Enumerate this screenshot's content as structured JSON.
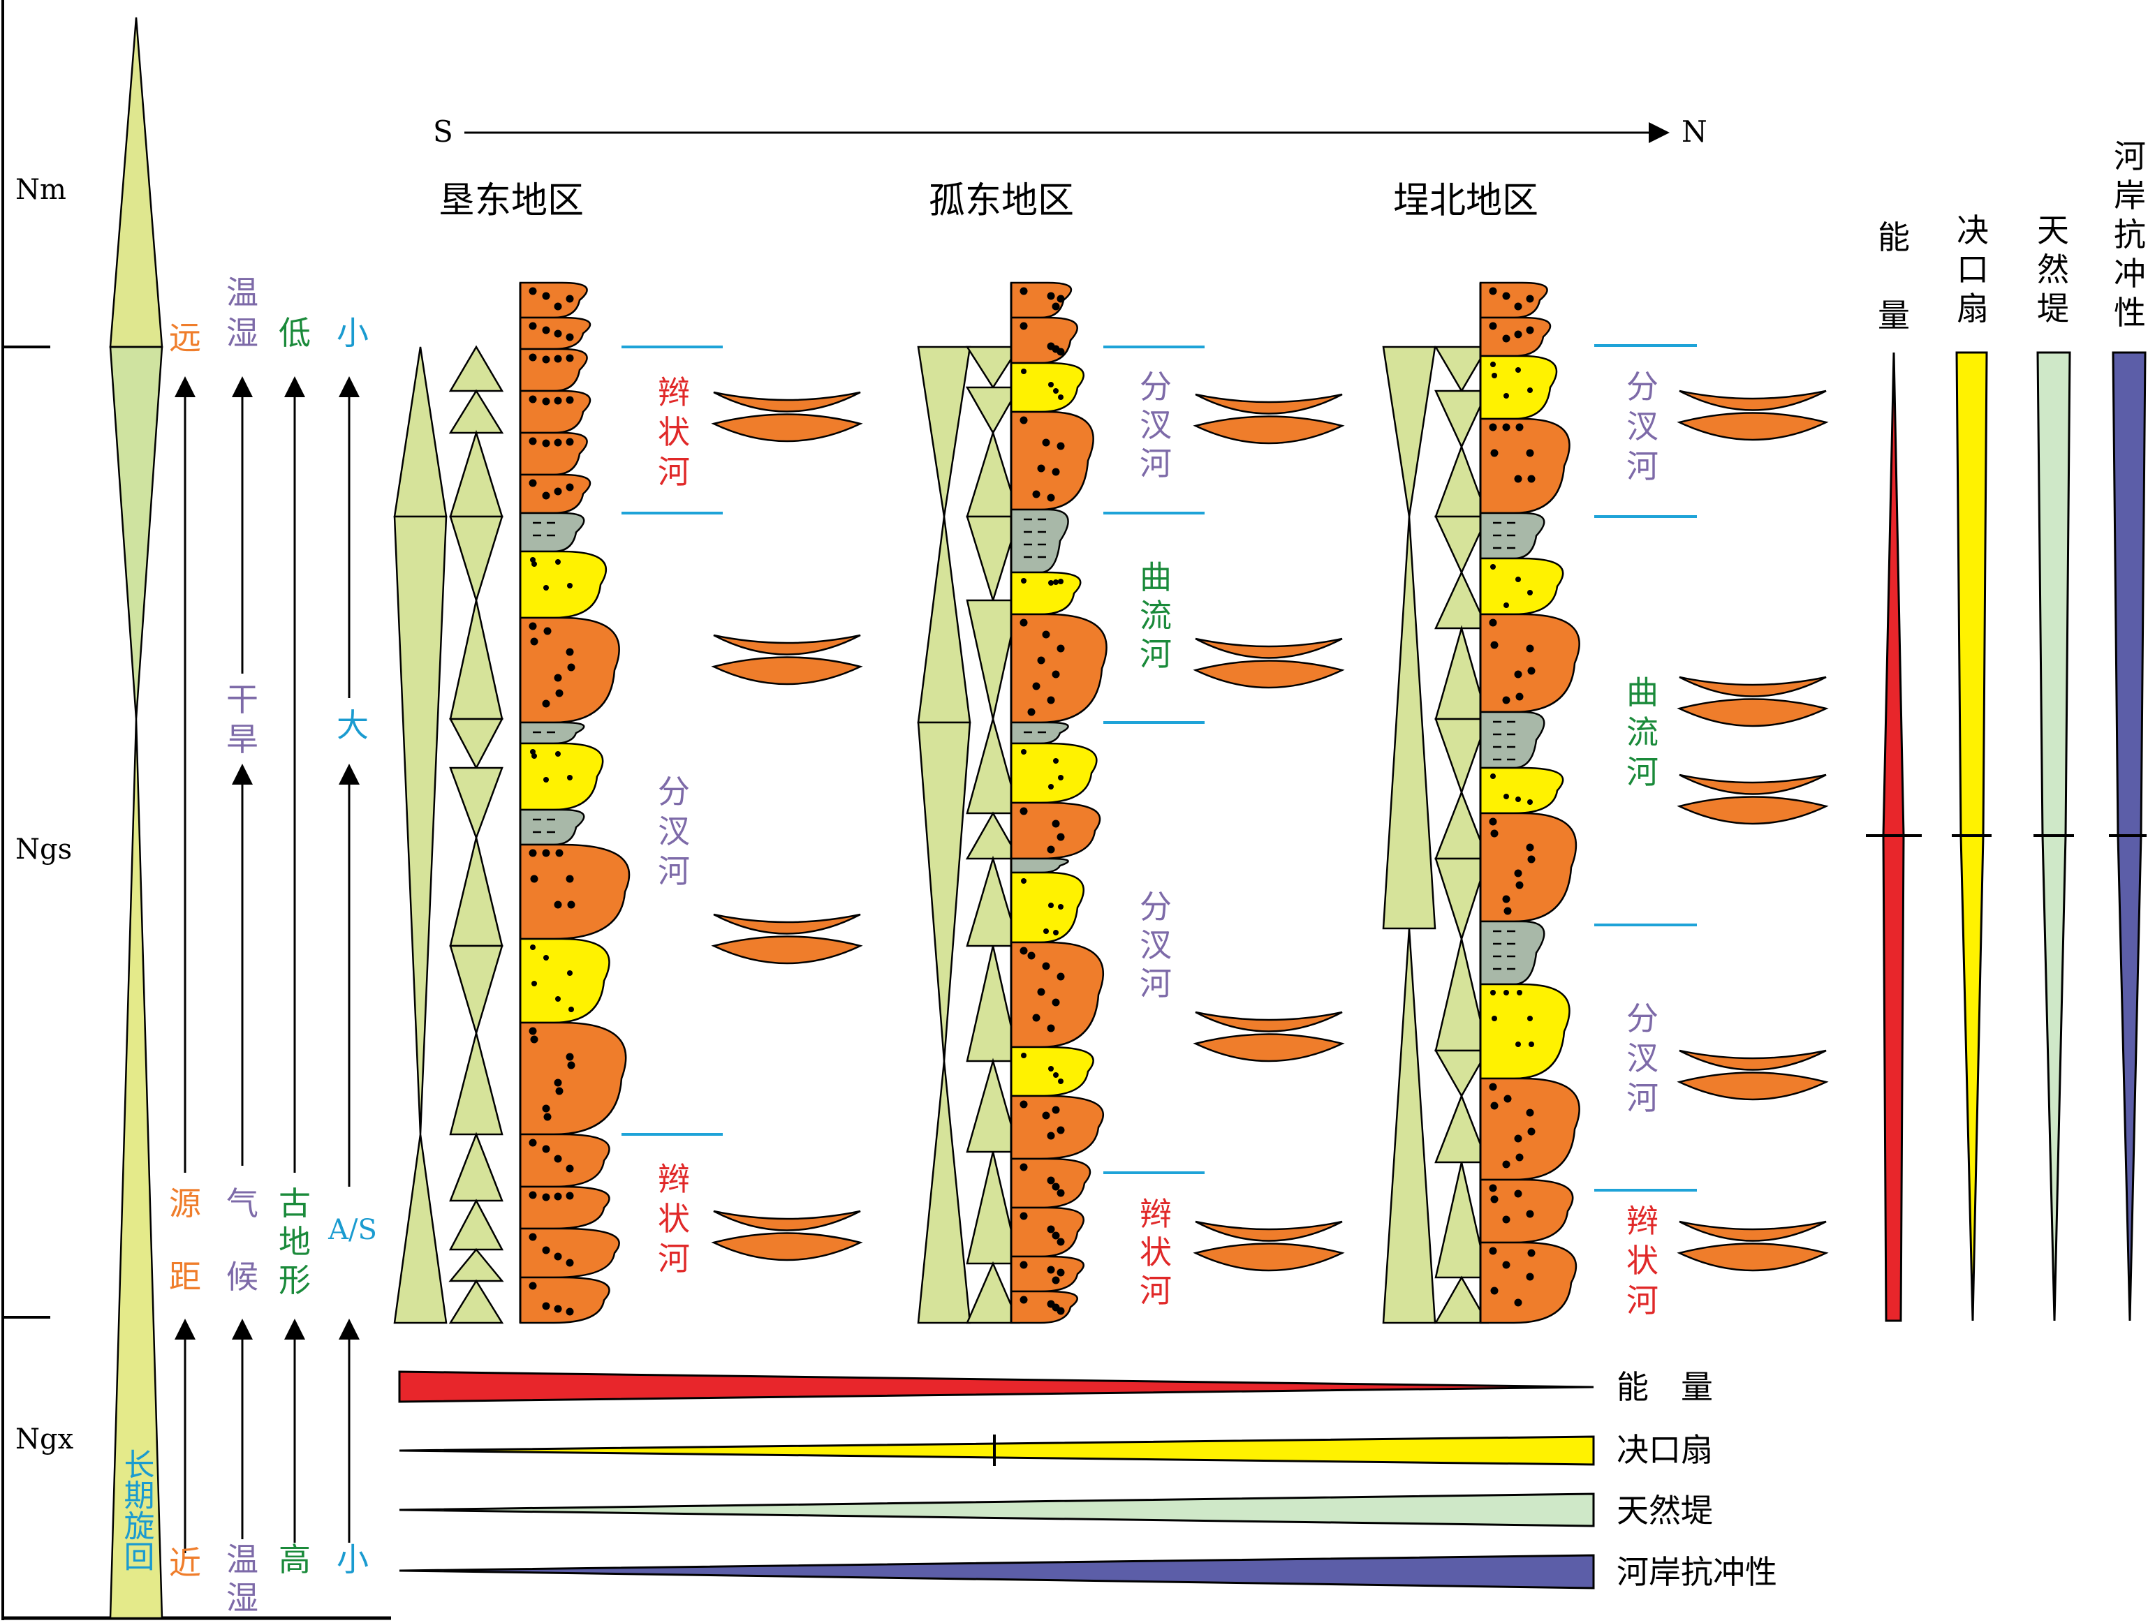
{
  "colors": {
    "orange": "#ef7d2b",
    "yellow": "#fff200",
    "green_tri": "#d6e39a",
    "gray_mud": "#a8b8a8",
    "red": "#e8262b",
    "pale_green": "#cfe8c8",
    "blue_violet": "#5c5ea8",
    "cyan_line": "#1ea3d8",
    "label_orange": "#ef7d2b",
    "label_purple": "#7d6aa8",
    "label_green": "#1a8a3a",
    "label_cyan": "#1a9bd0",
    "label_red": "#e02828"
  },
  "stages": {
    "nm": "Nm",
    "ngs": "Ngs",
    "ngx": "Ngx"
  },
  "direction": {
    "south": "S",
    "north": "N"
  },
  "long_cycle": {
    "label": "长期旋回"
  },
  "controls": {
    "source_distance": {
      "top": "远",
      "name_1": "源",
      "name_2": "距",
      "bottom": "近"
    },
    "climate": {
      "top_1": "温",
      "top_2": "湿",
      "mid_1": "干",
      "mid_2": "旱",
      "name_1": "气",
      "name_2": "候",
      "bottom_1": "温",
      "bottom_2": "湿"
    },
    "paleotopography": {
      "top": "低",
      "name_1": "古",
      "name_2": "地",
      "name_3": "形",
      "bottom": "高"
    },
    "as_ratio": {
      "top": "小",
      "mid": "大",
      "name": "A/S",
      "bottom": "小"
    }
  },
  "regions": [
    {
      "title": "垦东地区",
      "facies": [
        {
          "c1": "辫",
          "c2": "状",
          "c3": "河"
        },
        {
          "c1": "分",
          "c2": "汊",
          "c3": "河"
        },
        {
          "c1": "辫",
          "c2": "状",
          "c3": "河"
        }
      ]
    },
    {
      "title": "孤东地区",
      "facies": [
        {
          "c1": "分",
          "c2": "汊",
          "c3": "河"
        },
        {
          "c1": "曲",
          "c2": "流",
          "c3": "河"
        },
        {
          "c1": "分",
          "c2": "汊",
          "c3": "河"
        },
        {
          "c1": "辫",
          "c2": "状",
          "c3": "河"
        }
      ]
    },
    {
      "title": "埕北地区",
      "facies": [
        {
          "c1": "分",
          "c2": "汊",
          "c3": "河"
        },
        {
          "c1": "曲",
          "c2": "流",
          "c3": "河"
        },
        {
          "c1": "分",
          "c2": "汊",
          "c3": "河"
        },
        {
          "c1": "辫",
          "c2": "状",
          "c3": "河"
        }
      ]
    }
  ],
  "vertical_trends": {
    "energy": {
      "c1": "能",
      "c2": "量"
    },
    "crevasse": {
      "c1": "决",
      "c2": "口",
      "c3": "扇"
    },
    "levee": {
      "c1": "天",
      "c2": "然",
      "c3": "堤"
    },
    "bank": {
      "c1": "河",
      "c2": "岸",
      "c3": "抗",
      "c4": "冲",
      "c5": "性"
    }
  },
  "horizontal_trends": {
    "energy": "能　量",
    "crevasse": "决口扇",
    "levee": "天然堤",
    "bank": "河岸抗冲性"
  }
}
